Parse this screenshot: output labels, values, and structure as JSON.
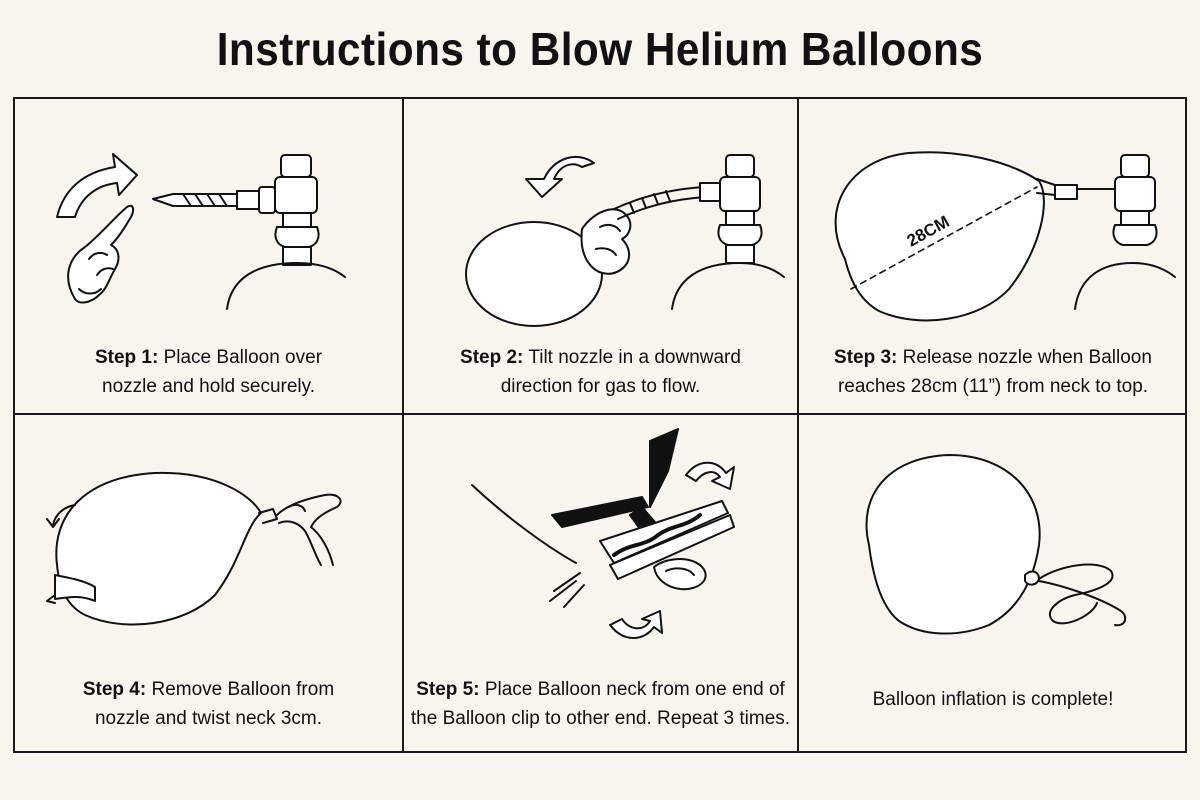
{
  "title": "Instructions to Blow Helium Balloons",
  "steps": [
    {
      "label": "Step 1:",
      "line1": "Place Balloon over",
      "line2": "nozzle and hold securely."
    },
    {
      "label": "Step 2:",
      "line1": "Tilt nozzle in a downward",
      "line2": "direction for gas to flow."
    },
    {
      "label": "Step 3:",
      "line1": "Release nozzle when Balloon",
      "line2": "reaches 28cm (11”) from neck to top.",
      "measure": "28CM"
    },
    {
      "label": "Step 4:",
      "line1": "Remove Balloon from",
      "line2": "nozzle and twist neck 3cm."
    },
    {
      "label": "Step 5:",
      "line1": "Place Balloon neck from one end of",
      "line2": "the Balloon clip to other end. Repeat 3 times."
    }
  ],
  "final_message": "Balloon inflation is complete!"
}
